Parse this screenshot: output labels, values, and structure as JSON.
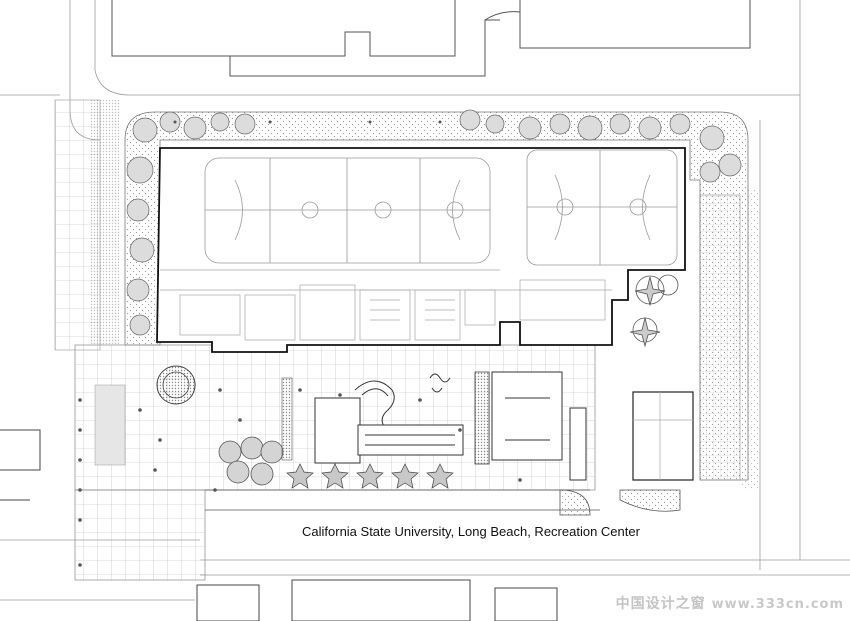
{
  "caption": "California State University, Long Beach, Recreation Center",
  "watermark": {
    "cn_text": "中国设计之窗",
    "url": "www.333cn.com"
  },
  "colors": {
    "line": "#444444",
    "light_line": "#b5b5b5",
    "building_outline": "#111111",
    "tree_fill": "#d9d9d9",
    "watermark": "#c9c9c9"
  }
}
